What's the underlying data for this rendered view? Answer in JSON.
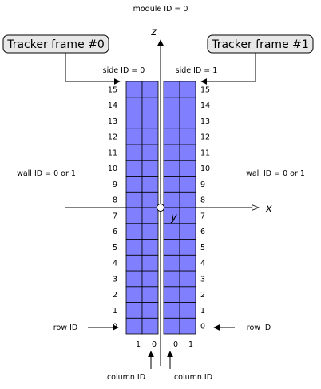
{
  "module_label": "module ID = 0",
  "frames": {
    "left": "Tracker frame #0",
    "right": "Tracker frame #1"
  },
  "sides": {
    "left": "side ID = 0",
    "right": "side ID = 1"
  },
  "walls": {
    "left": "wall ID = 0 or 1",
    "right": "wall ID = 0 or 1"
  },
  "rows": {
    "left_label": "row ID",
    "right_label": "row ID",
    "ids": [
      "0",
      "1",
      "2",
      "3",
      "4",
      "5",
      "6",
      "7",
      "8",
      "9",
      "10",
      "11",
      "12",
      "13",
      "14",
      "15"
    ]
  },
  "columns": {
    "left_ids": [
      "1",
      "0"
    ],
    "right_ids": [
      "0",
      "1"
    ],
    "left_label": "column ID",
    "right_label": "column ID"
  },
  "axes": {
    "x": "x",
    "y": "y",
    "z": "z"
  },
  "colors": {
    "cell_fill": "#8080ff",
    "box_fill": "#e8e8e8"
  }
}
